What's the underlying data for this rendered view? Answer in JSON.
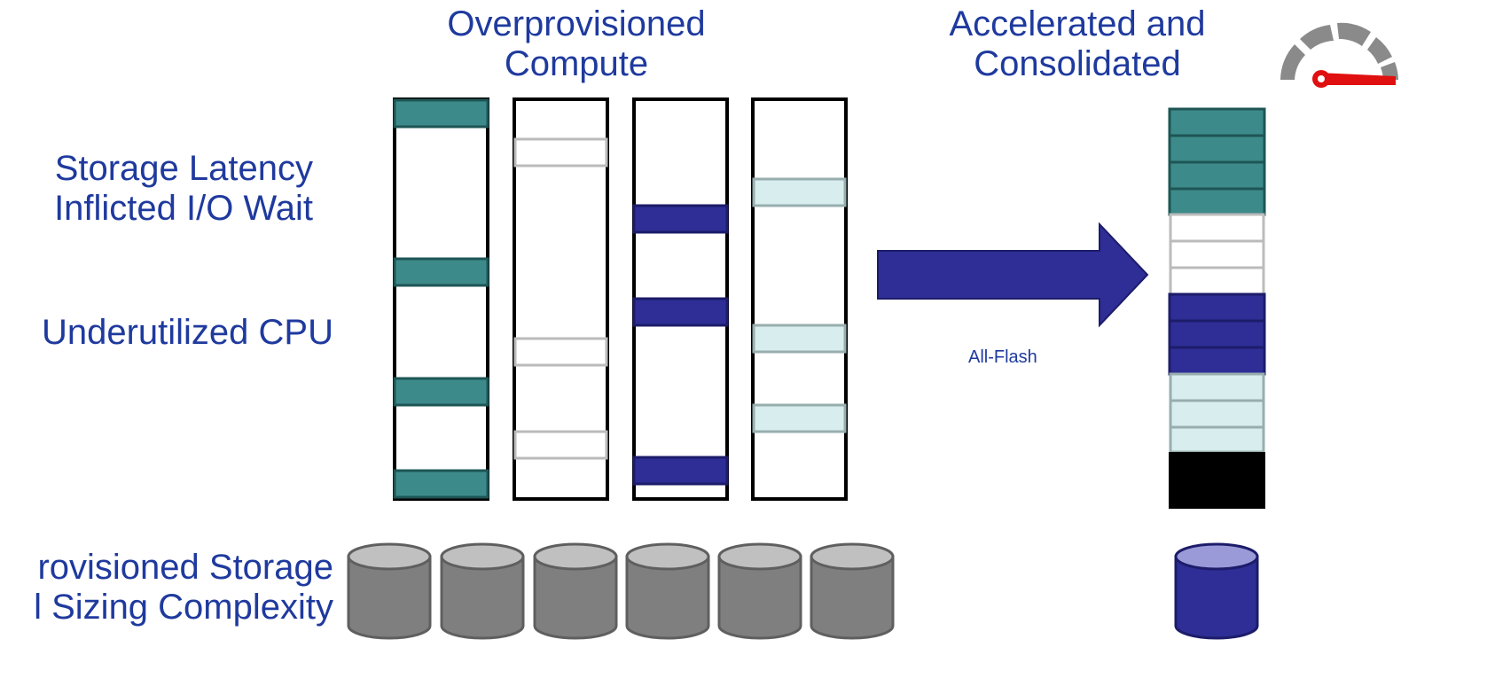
{
  "labels": {
    "overprovisioned_compute": [
      "Overprovisioned",
      "Compute"
    ],
    "accelerated": [
      "Accelerated and",
      "Consolidated"
    ],
    "storage_latency": [
      "Storage Latency",
      "Inflicted I/O Wait"
    ],
    "underutilized_cpu": "Underutilized CPU",
    "overprovisioned_storage": [
      "rovisioned Storage",
      "l Sizing Complexity"
    ],
    "all_flash": "All-Flash"
  },
  "icons": {
    "speedometer": "speedometer-icon",
    "arrow": "right-arrow-icon",
    "database": "database-cylinder-icon"
  },
  "colors": {
    "text": "#1f3a9e",
    "teal": "#3d8a8a",
    "teal_border": "#1e5555",
    "white_block_border": "#bbbbbb",
    "navy": "#2e2e96",
    "navy_border": "#1c1c6a",
    "light_cyan": "#d8eeee",
    "light_cyan_border": "#98aeae",
    "black": "#000000",
    "gray_disk": "#7f7f7f",
    "gray_disk_top": "#c0c0c0",
    "navy_disk": "#2e2e96",
    "navy_disk_top": "#9a9ad8",
    "gauge_gray": "#8a8a8a",
    "gauge_red": "#e01010"
  }
}
